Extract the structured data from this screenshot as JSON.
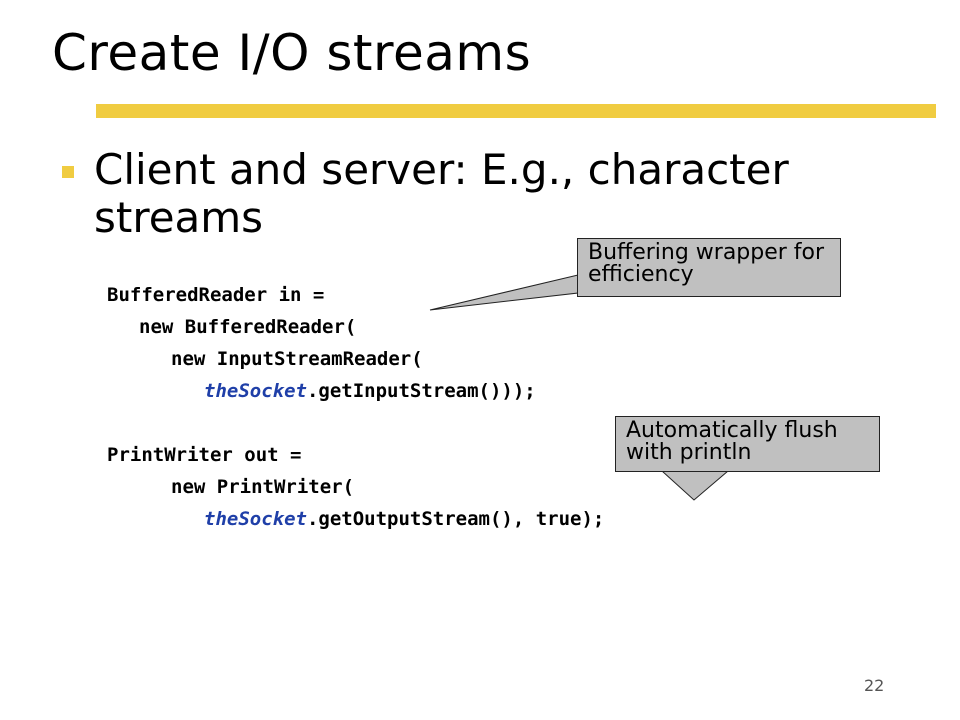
{
  "slide": {
    "title": "Create I/O streams",
    "bullet": "Client and server: E.g., character streams",
    "page_number": "22"
  },
  "code": {
    "line1": "BufferedReader in =",
    "line2": "new BufferedReader(",
    "line3": "new InputStreamReader(",
    "line4_obj": "theSocket",
    "line4_rest": ".getInputStream()));",
    "line5": "PrintWriter out =",
    "line6": "new PrintWriter(",
    "line7_obj": "theSocket",
    "line7_rest": ".getOutputStream(), true);"
  },
  "callouts": {
    "buffering": "Buffering wrapper for efficiency",
    "flush": "Automatically flush with println"
  },
  "colors": {
    "accent": "#f0cc41",
    "callout_fill": "#c0c0c0",
    "code_object": "#1f3fa8"
  }
}
